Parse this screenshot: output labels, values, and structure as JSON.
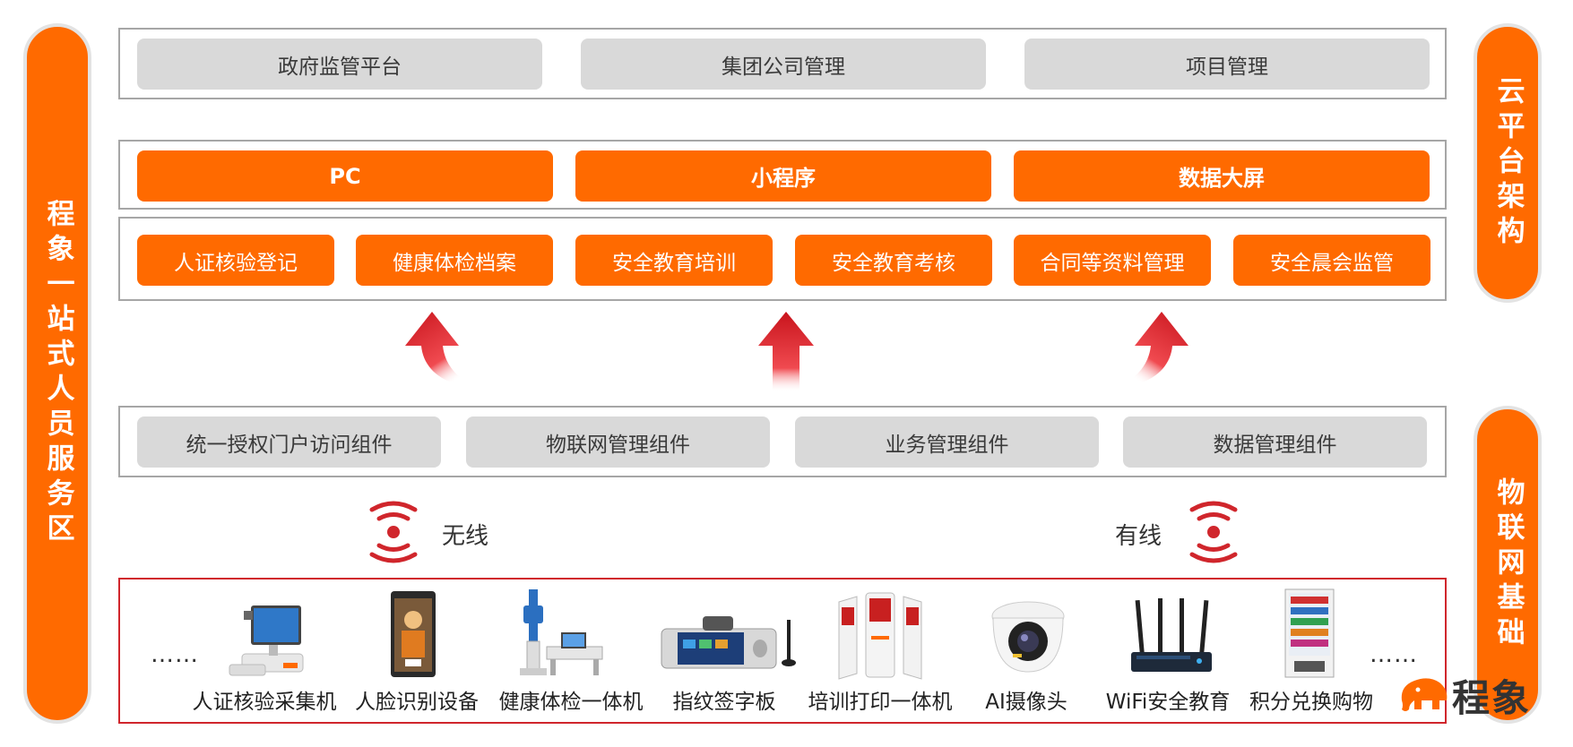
{
  "left_pill": "程象一站式人员服务区",
  "right_top_pill": "云平台架构",
  "right_bottom_pill": "物联网基础",
  "management_row": [
    "政府监管平台",
    "集团公司管理",
    "项目管理"
  ],
  "platform_row": [
    "PC",
    "小程序",
    "数据大屏"
  ],
  "module_row": [
    "人证核验登记",
    "健康体检档案",
    "安全教育培训",
    "安全教育考核",
    "合同等资料管理",
    "安全晨会监管"
  ],
  "component_row": [
    "统一授权门户访问组件",
    "物联网管理组件",
    "业务管理组件",
    "数据管理组件"
  ],
  "connections": {
    "wireless": "无线",
    "wired": "有线"
  },
  "devices": {
    "ellipsis": "……",
    "items": [
      "人证核验采集机",
      "人脸识别设备",
      "健康体检一体机",
      "指纹签字板",
      "培训打印一体机",
      "AI摄像头",
      "WiFi安全教育",
      "积分兑换购物"
    ]
  },
  "logo": {
    "text": "程象"
  },
  "colors": {
    "orange": "#ff6a00",
    "grey_button": "#d9d9d9",
    "frame": "#a6a6a6",
    "red_frame": "#d0262c",
    "signal_red": "#d0262c"
  }
}
